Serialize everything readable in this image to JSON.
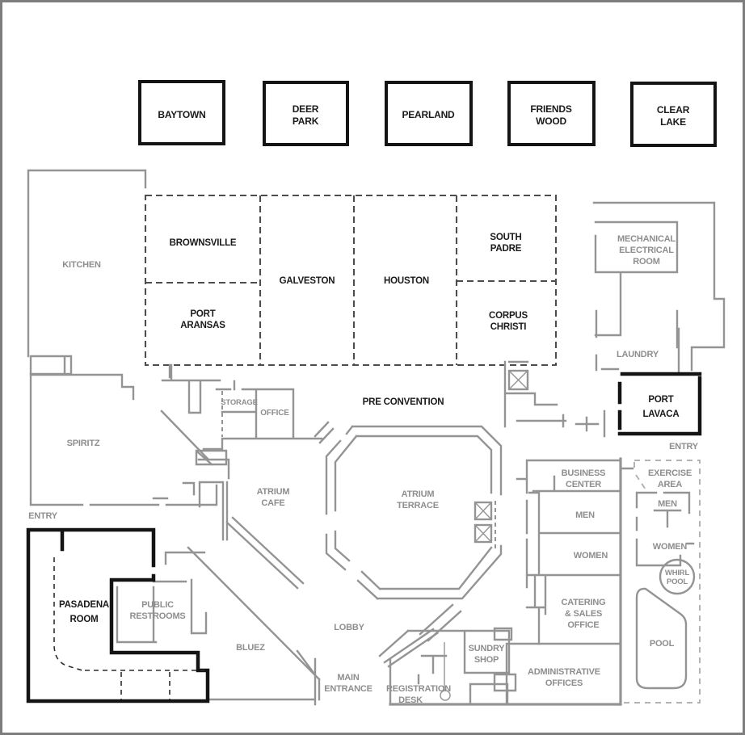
{
  "colors": {
    "background": "#ffffff",
    "wall_gray": "#949494",
    "wall_black": "#141414",
    "label_gray": "#8e8e8e",
    "label_black": "#1a1a1a",
    "dash_dark": "#4d4d4d",
    "dash_light": "#b3b3b3"
  },
  "icons": {
    "elevator": "box-with-x"
  },
  "top_meeting_rooms": [
    {
      "lines": [
        "BAYTOWN"
      ]
    },
    {
      "lines": [
        "DEER",
        "PARK"
      ]
    },
    {
      "lines": [
        "PEARLAND"
      ]
    },
    {
      "lines": [
        "FRIENDS",
        "WOOD"
      ]
    },
    {
      "lines": [
        "CLEAR",
        "LAKE"
      ]
    }
  ],
  "ballroom_rooms": {
    "brownsville": {
      "lines": [
        "BROWNSVILLE"
      ]
    },
    "port_aransas": {
      "lines": [
        "PORT",
        "ARANSAS"
      ]
    },
    "galveston": {
      "lines": [
        "GALVESTON"
      ]
    },
    "houston": {
      "lines": [
        "HOUSTON"
      ]
    },
    "south_padre": {
      "lines": [
        "SOUTH",
        "PADRE"
      ]
    },
    "corpus_christi": {
      "lines": [
        "CORPUS",
        "CHRISTI"
      ]
    }
  },
  "function_rooms": {
    "pre_convention": {
      "lines": [
        "PRE CONVENTION"
      ]
    },
    "port_lavaca": {
      "lines": [
        "PORT",
        "LAVACA"
      ]
    },
    "pasadena": {
      "lines": [
        "PASADENA",
        "ROOM"
      ]
    }
  },
  "service_areas": {
    "kitchen": {
      "lines": [
        "KITCHEN"
      ]
    },
    "mechanical": {
      "lines": [
        "MECHANICAL",
        "ELECTRICAL",
        "ROOM"
      ]
    },
    "laundry": {
      "lines": [
        "LAUNDRY"
      ]
    },
    "storage": {
      "lines": [
        "STORAGE"
      ]
    },
    "office": {
      "lines": [
        "OFFICE"
      ]
    },
    "catering": {
      "lines": [
        "CATERING",
        "& SALES",
        "OFFICE"
      ]
    },
    "administrative": {
      "lines": [
        "ADMINISTRATIVE",
        "OFFICES"
      ]
    }
  },
  "guest_areas": {
    "spiritz": {
      "lines": [
        "SPIRITZ"
      ]
    },
    "atrium_cafe": {
      "lines": [
        "ATRIUM",
        "CAFE"
      ]
    },
    "atrium_terrace": {
      "lines": [
        "ATRIUM",
        "TERRACE"
      ]
    },
    "bluez": {
      "lines": [
        "BLUEZ"
      ]
    },
    "lobby": {
      "lines": [
        "LOBBY"
      ]
    },
    "main_entrance": {
      "lines": [
        "MAIN",
        "ENTRANCE"
      ]
    },
    "registration_desk": {
      "lines": [
        "REGISTRATION",
        "DESK"
      ]
    },
    "public_restrooms": {
      "lines": [
        "PUBLIC",
        "RESTROOMS"
      ]
    },
    "sundry_shop": {
      "lines": [
        "SUNDRY",
        "SHOP"
      ]
    },
    "business_center": {
      "lines": [
        "BUSINESS",
        "CENTER"
      ]
    },
    "exercise_area": {
      "lines": [
        "EXERCISE",
        "AREA"
      ]
    },
    "men_lobby": {
      "lines": [
        "MEN"
      ]
    },
    "women_lobby": {
      "lines": [
        "WOMEN"
      ]
    },
    "men_exercise": {
      "lines": [
        "MEN"
      ]
    },
    "women_exercise": {
      "lines": [
        "WOMEN"
      ]
    },
    "whirl_pool": {
      "lines": [
        "WHIRL",
        "POOL"
      ]
    },
    "pool": {
      "lines": [
        "POOL"
      ]
    }
  },
  "entrances": {
    "west": {
      "lines": [
        "ENTRY"
      ]
    },
    "east": {
      "lines": [
        "ENTRY"
      ]
    }
  }
}
